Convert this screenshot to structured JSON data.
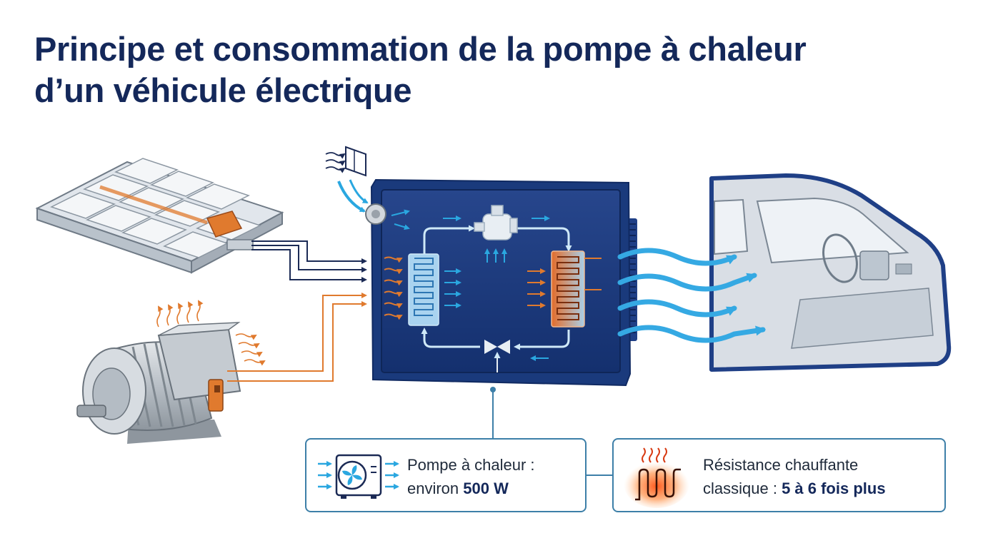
{
  "title": {
    "line1": "Principe et consommation de la pompe à chaleur",
    "line2": "d’un véhicule électrique"
  },
  "colors": {
    "title": "#14285a",
    "unit_body": "#1a3a7c",
    "cold_flow": "#2aa7e0",
    "heat_flow": "#e07a2e",
    "card_border": "#3d7fa8"
  },
  "icons": {
    "battery": "battery-pack-icon",
    "motor": "electric-motor-icon",
    "air_intake": "air-intake-icon",
    "compressor": "compressor-icon",
    "evaporator": "evaporator-icon",
    "condenser": "condenser-icon",
    "expansion_valve": "expansion-valve-icon",
    "cabin": "car-cabin-icon",
    "heat_pump": "heat-pump-unit-icon",
    "heating_resistor": "heating-resistor-icon"
  },
  "cards": {
    "heat_pump": {
      "label_line1": "Pompe à chaleur :",
      "label_prefix": "environ ",
      "value": "500 W"
    },
    "resistor": {
      "label_line1": "Résistance chauffante",
      "label_prefix": "classique : ",
      "value": "5 à 6 fois plus"
    }
  }
}
